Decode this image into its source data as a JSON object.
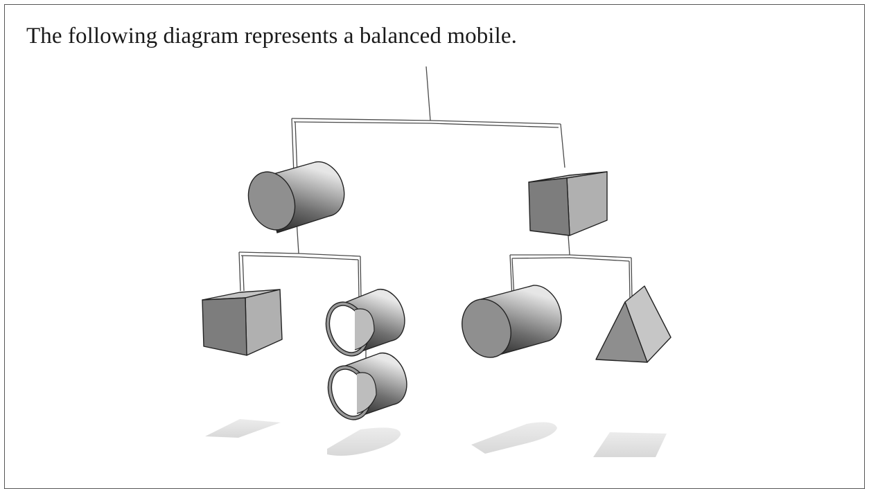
{
  "question": {
    "intro_text": "The following diagram represents a balanced mobile."
  },
  "diagram": {
    "objects": [
      {
        "name": "top-left-cylinder",
        "shape": "cylinder"
      },
      {
        "name": "top-right-cube",
        "shape": "cube"
      },
      {
        "name": "bottom-left-cube",
        "shape": "cube"
      },
      {
        "name": "stacked-rings",
        "shape": "two hollow cylinders"
      },
      {
        "name": "bottom-right-cylinder",
        "shape": "cylinder"
      },
      {
        "name": "triangular-prism",
        "shape": "triangular prism"
      }
    ],
    "colors": {
      "wire": "#4a4a4a",
      "face_light": "#bcbcbc",
      "face_mid": "#9a9a9a",
      "face_dark": "#7a7a7a",
      "outline": "#222222",
      "shadow": "#e4e4e4"
    }
  }
}
